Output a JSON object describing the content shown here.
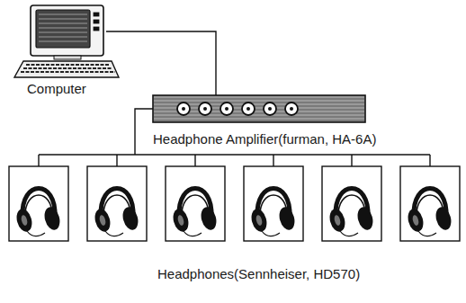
{
  "diagram": {
    "nodes": [
      {
        "text": [
          "Computer"
        ]
      },
      {
        "text": [
          "Headphone Amplifier(furman, HA-6A)"
        ]
      },
      {
        "text": [
          "Headphones(Sennheiser, HD570)"
        ]
      }
    ],
    "edges": [
      {
        "from": 0,
        "to": 1,
        "arrow": "none"
      },
      {
        "from": 1,
        "to": 2,
        "arrow": "none"
      }
    ]
  }
}
